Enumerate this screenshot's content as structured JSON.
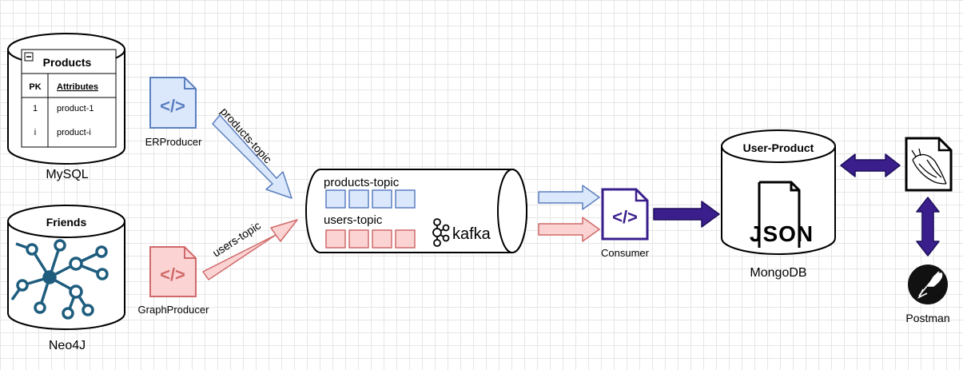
{
  "nodes": {
    "mysql": {
      "table_title": "Products",
      "col_pk": "PK",
      "col_attr": "Attributes",
      "rows": [
        {
          "pk": "1",
          "attr": "product-1"
        },
        {
          "pk": "i",
          "attr": "product-i"
        }
      ],
      "label": "MySQL"
    },
    "neo4j": {
      "title": "Friends",
      "label": "Neo4J"
    },
    "er_producer": {
      "label": "ERProducer"
    },
    "graph_producer": {
      "label": "GraphProducer"
    },
    "kafka": {
      "topic1": "products-topic",
      "topic2": "users-topic",
      "logo_text": "kafka"
    },
    "consumer": {
      "label": "Consumer"
    },
    "mongodb": {
      "title": "User-Product",
      "json_text": "JSON",
      "label": "MongoDB"
    },
    "postman": {
      "label": "Postman"
    }
  },
  "edges": {
    "products_label": "products-topic",
    "users_label": "users-topic"
  },
  "colors": {
    "blue_fill": "#dbe7fb",
    "blue_stroke": "#5b7fbf",
    "red_fill": "#fbd3d3",
    "red_stroke": "#d06a6a",
    "purple": "#3a1f8c",
    "neo4j": "#1f5d7e"
  }
}
